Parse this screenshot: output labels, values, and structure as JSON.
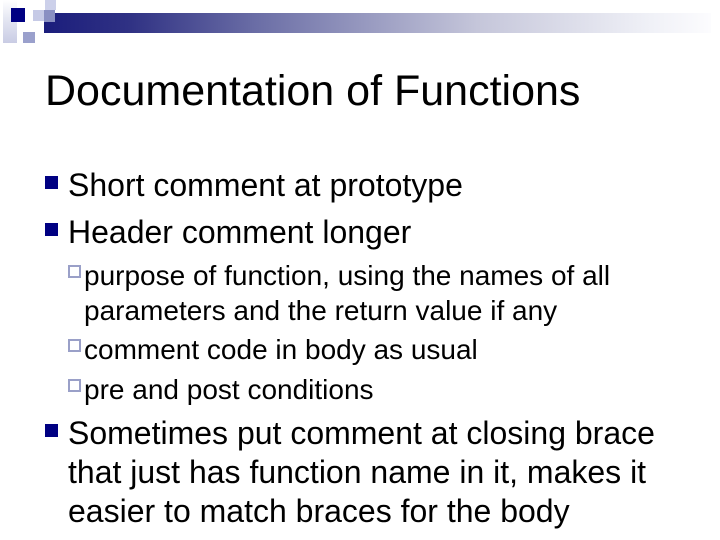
{
  "slide": {
    "title": "Documentation of Functions",
    "bullets": [
      {
        "level": 1,
        "text": "Short comment at prototype"
      },
      {
        "level": 1,
        "text": "Header comment longer"
      },
      {
        "level": 2,
        "text": "purpose of function, using the names of all\nparameters and the return value if any"
      },
      {
        "level": 2,
        "text": "comment code in body as usual"
      },
      {
        "level": 2,
        "text": "pre and post conditions"
      },
      {
        "level": 1,
        "text": "Sometimes put comment at closing brace\nthat just has function name in it, makes it\neasier to match braces for the body"
      }
    ],
    "colors": {
      "bullet_navy": "#000082",
      "sub_bullet_outline": "#9aa0c8",
      "bar_navy_start": "#1b1d7c",
      "bar_fade_end": "#fcfcfe",
      "text": "#000000",
      "background": "#ffffff"
    },
    "icons": {
      "level1_bullet": "filled-square-icon",
      "level2_bullet": "hollow-square-icon"
    }
  }
}
